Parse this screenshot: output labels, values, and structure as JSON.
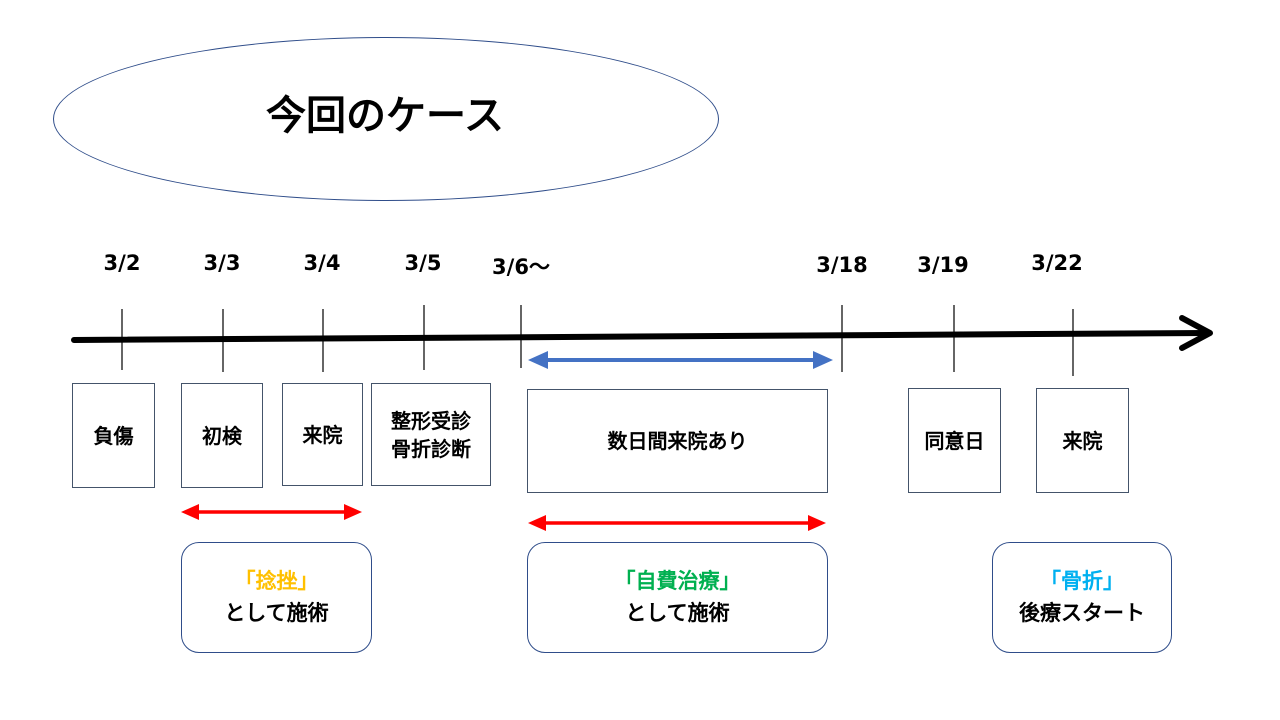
{
  "title": "今回のケース",
  "dates": [
    {
      "id": "d1",
      "text": "3/2"
    },
    {
      "id": "d2",
      "text": "3/3"
    },
    {
      "id": "d3",
      "text": "3/4"
    },
    {
      "id": "d4",
      "text": "3/5"
    },
    {
      "id": "d5",
      "text": "3/6～"
    },
    {
      "id": "d6",
      "text": "3/18"
    },
    {
      "id": "d7",
      "text": "3/19"
    },
    {
      "id": "d8",
      "text": "3/22"
    }
  ],
  "events": [
    {
      "lines": [
        "負傷"
      ]
    },
    {
      "lines": [
        "初検"
      ]
    },
    {
      "lines": [
        "来院"
      ]
    },
    {
      "lines": [
        "整形受診",
        "骨折診断"
      ]
    },
    {
      "lines": [
        "数日間来院あり"
      ]
    },
    {
      "lines": [
        "同意日"
      ]
    },
    {
      "lines": [
        "来院"
      ]
    }
  ],
  "notes": [
    {
      "label": "「捻挫」",
      "sub": "として施術",
      "color": "#ffc000"
    },
    {
      "label": "「自費治療」",
      "sub": "として施術",
      "color": "#00b050"
    },
    {
      "label": "「骨折」",
      "sub": "後療スタート",
      "color": "#00b0f0"
    }
  ],
  "colors": {
    "timeline": "#000000",
    "red_arrow": "#ff0000",
    "blue_arrow": "#4472c4"
  }
}
